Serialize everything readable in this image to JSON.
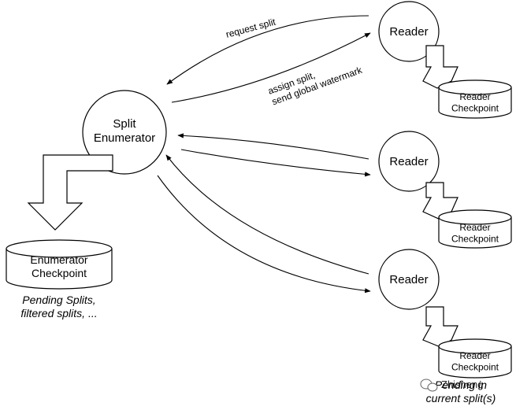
{
  "nodes": {
    "enumerator": "Split\nEnumerator",
    "reader_1": "Reader",
    "reader_2": "Reader",
    "reader_3": "Reader"
  },
  "stores": {
    "enumerator_checkpoint": "Enumerator\nCheckpoint",
    "reader_checkpoint_1": "Reader\nCheckpoint",
    "reader_checkpoint_2": "Reader\nCheckpoint",
    "reader_checkpoint_3": "Reader\nCheckpoint"
  },
  "edge_labels": {
    "request_split": "request split",
    "assign_split": "assign split,\nsend global watermark"
  },
  "annotations": {
    "enumerator_note": "Pending Splits,\nfiltered splits, ...",
    "reader_note": "Pending in\ncurrent split(s)",
    "watermark_text": "Zhisheng"
  }
}
